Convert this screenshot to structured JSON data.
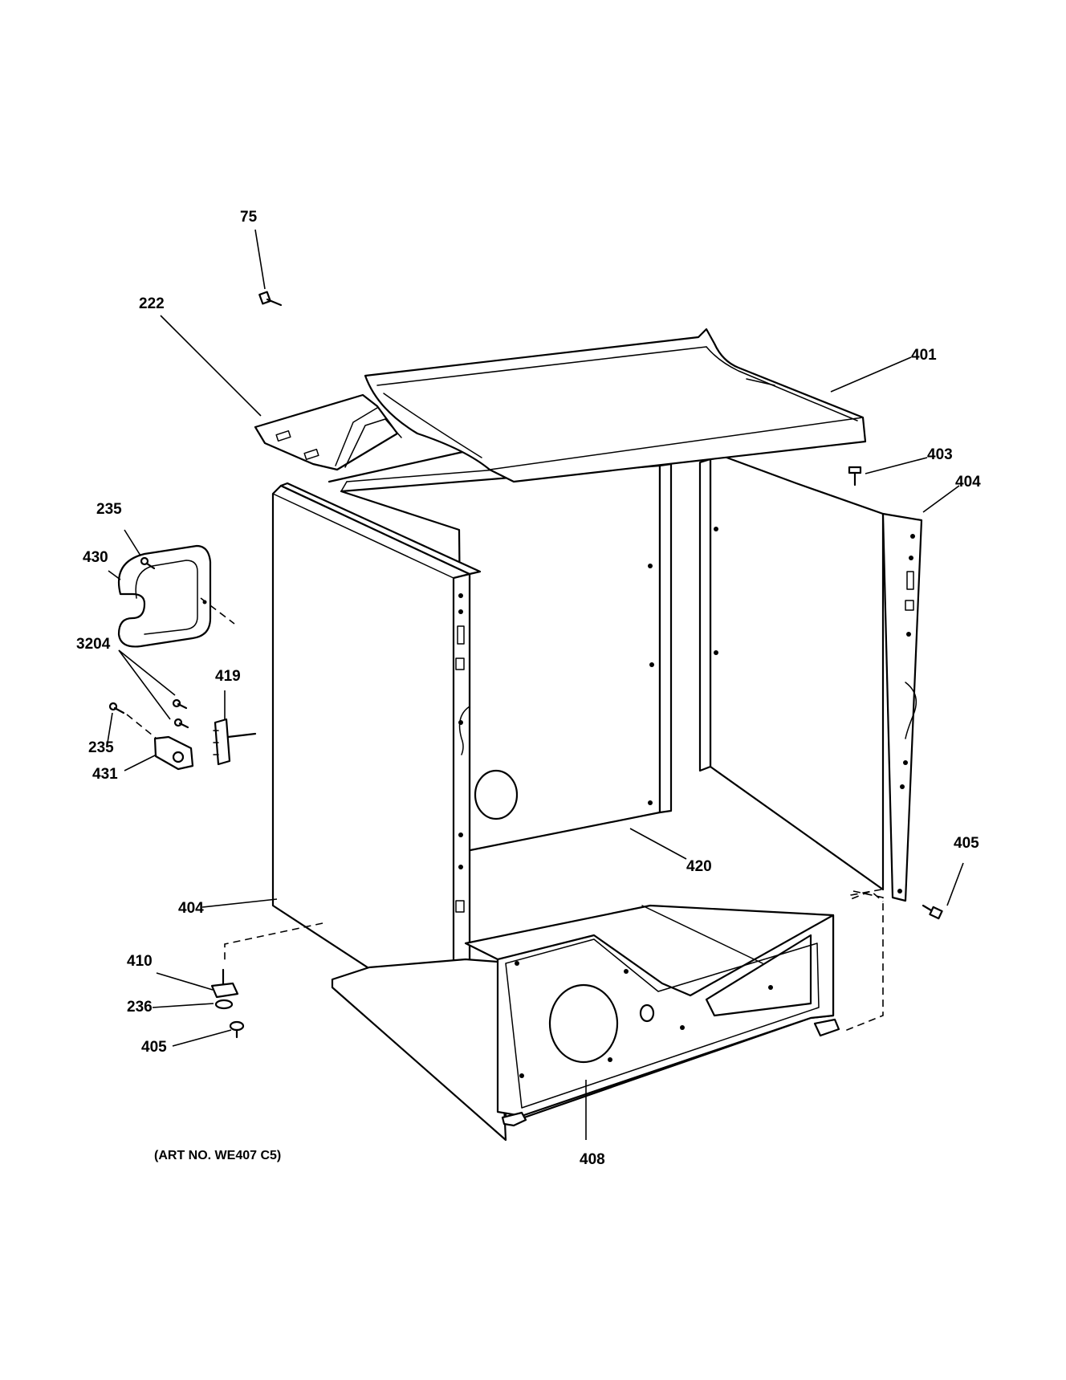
{
  "callouts": {
    "c75": "75",
    "c222": "222",
    "c401": "401",
    "c403": "403",
    "c404_right": "404",
    "c235_top": "235",
    "c430": "430",
    "c3204": "3204",
    "c419": "419",
    "c235_bottom": "235",
    "c431": "431",
    "c420": "420",
    "c405_right": "405",
    "c404_left": "404",
    "c410": "410",
    "c236": "236",
    "c405_left": "405",
    "c408": "408"
  },
  "art_number": "(ART NO. WE407 C5)"
}
